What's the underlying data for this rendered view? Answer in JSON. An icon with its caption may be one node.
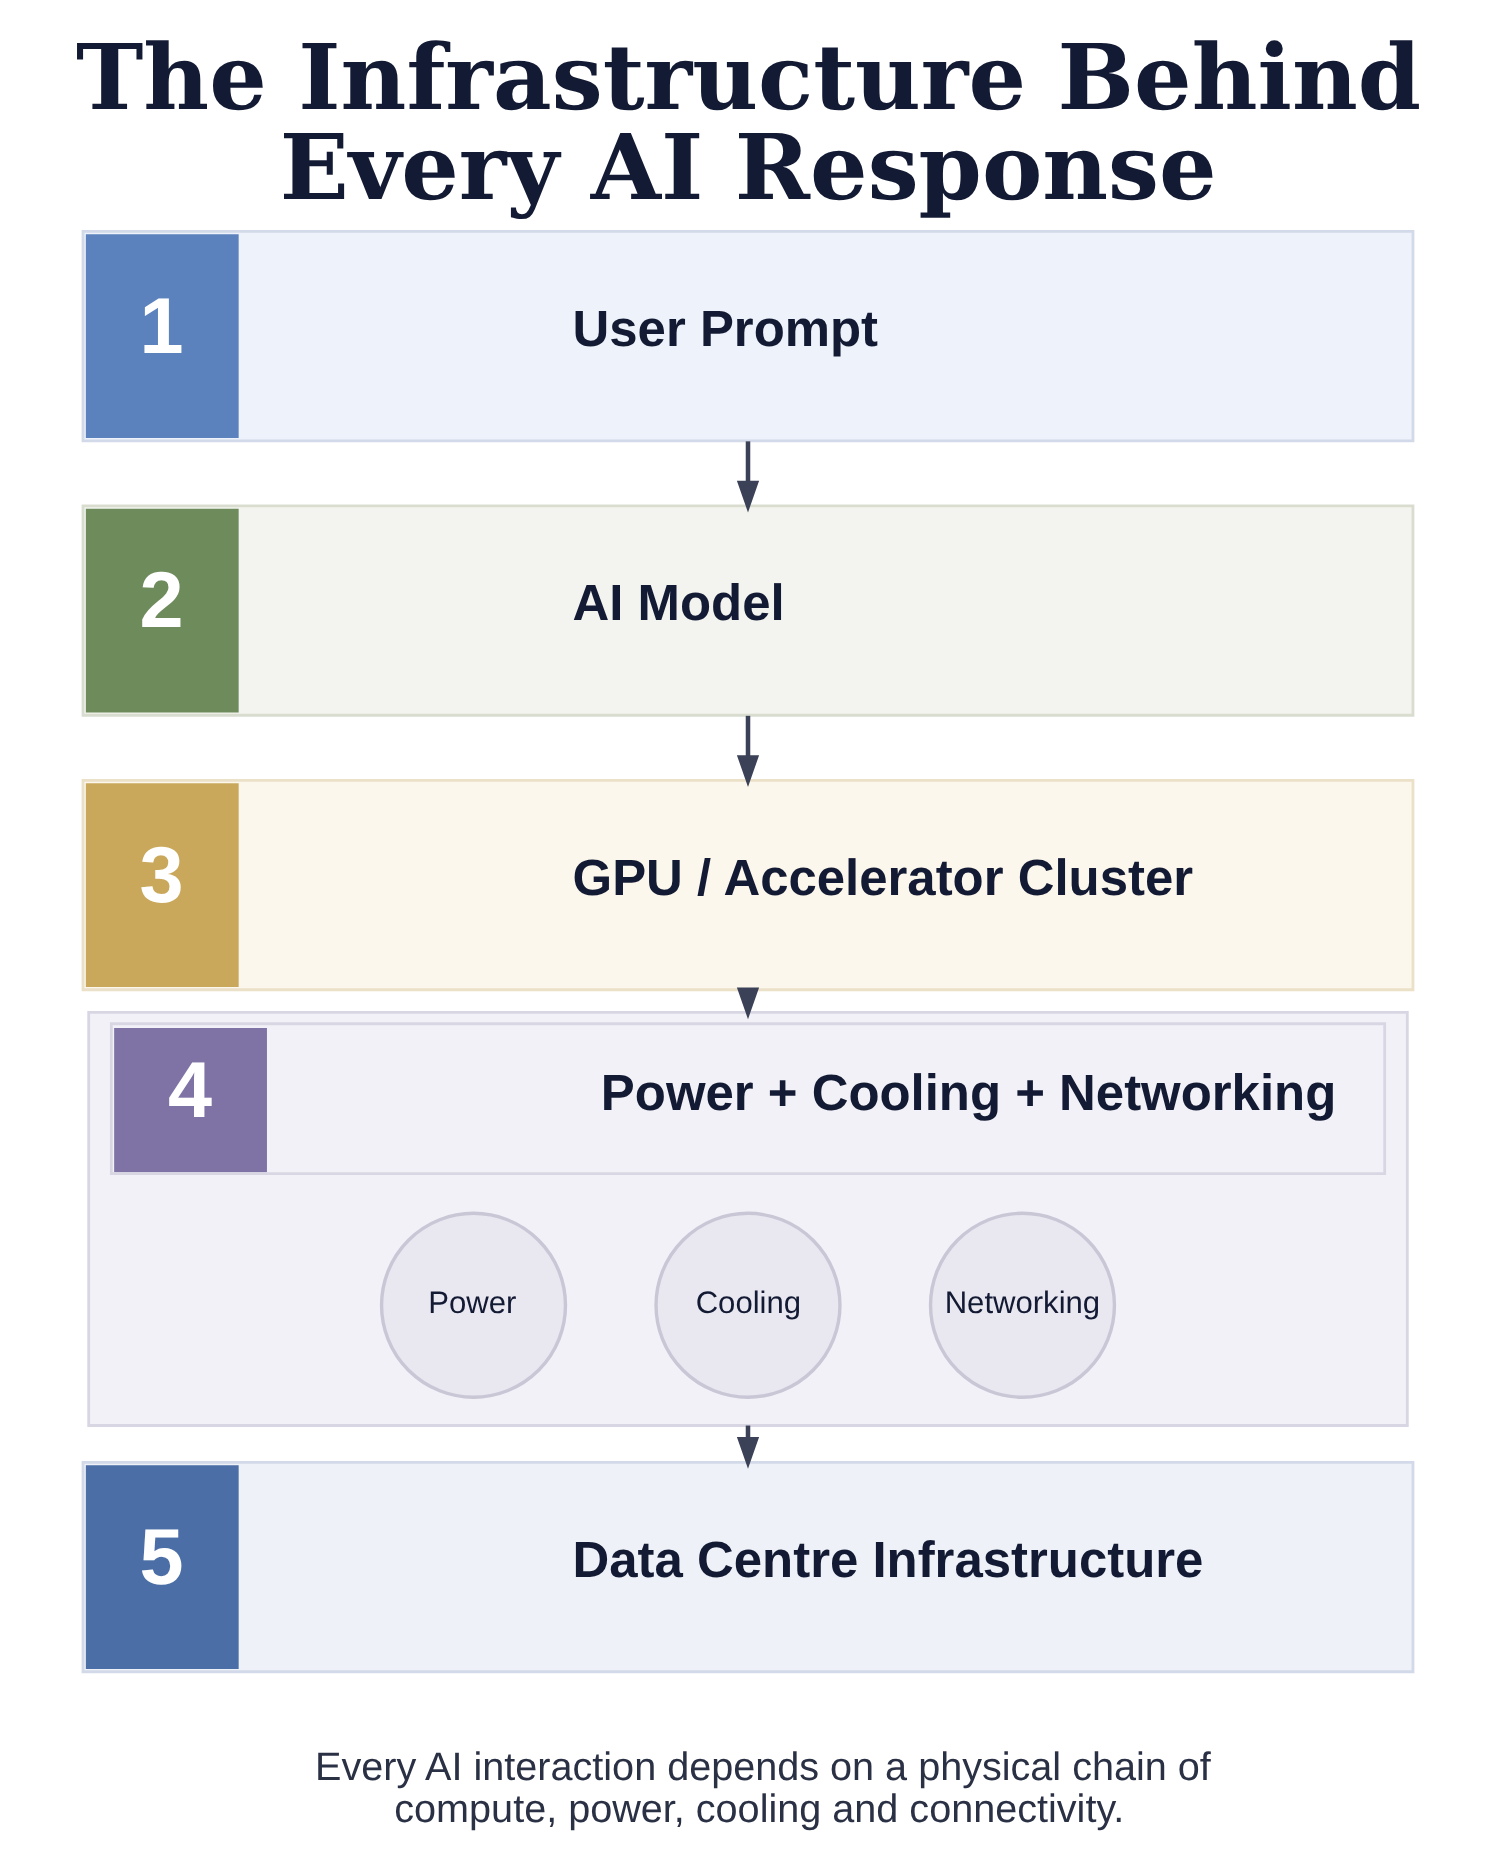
{
  "diagram": {
    "title": "The Infrastructure Behind Every AI Response",
    "caption": "Every AI interaction depends on a physical chain of compute, power, cooling and connectivity.",
    "nodes": [
      {
        "text": [
          "1",
          "User Prompt"
        ]
      },
      {
        "text": [
          "2",
          "AI Model"
        ]
      },
      {
        "text": [
          "3",
          "GPU / Accelerator Cluster"
        ]
      },
      {
        "text": [
          "4",
          "Power + Cooling + Networking"
        ]
      },
      {
        "text": [
          "Power"
        ],
        "in": 3
      },
      {
        "text": [
          "Cooling"
        ],
        "in": 3
      },
      {
        "text": [
          "Networking"
        ],
        "in": 3
      },
      {
        "text": [
          "5",
          "Data Centre Infrastructure"
        ]
      }
    ],
    "edges": [
      {
        "from": 0,
        "to": 1,
        "arrow": "to"
      },
      {
        "from": 1,
        "to": 2,
        "arrow": "to"
      },
      {
        "from": 2,
        "to": 3,
        "arrow": "to"
      },
      {
        "from": 3,
        "to": 7,
        "arrow": "to"
      }
    ]
  }
}
